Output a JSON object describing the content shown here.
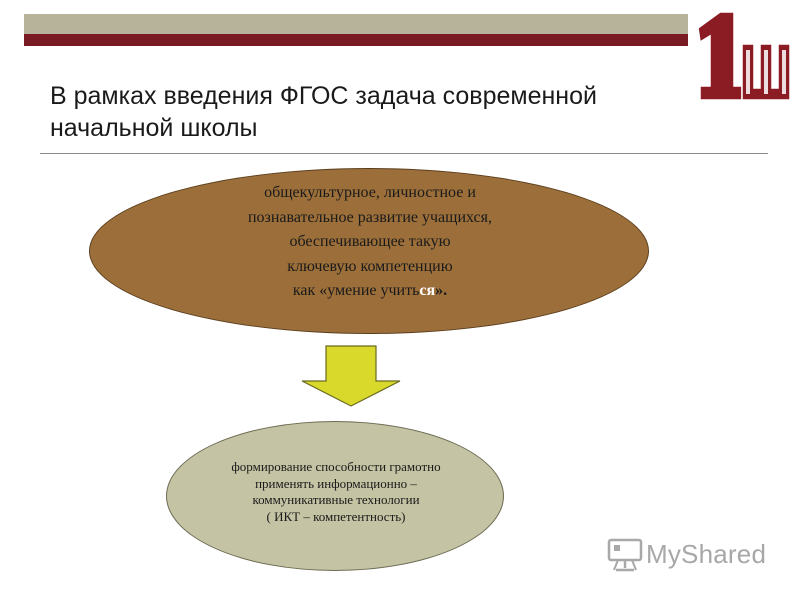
{
  "slide": {
    "title_line1": "В рамках введения ФГОС  задача современной",
    "title_line2": "начальной школы",
    "logo_text": "1Ш"
  },
  "top_ellipse": {
    "lines": [
      "общекультурное, личностное и",
      "познавательное развитие учащихся,",
      "обеспечивающее такую",
      "ключевую компетенцию"
    ],
    "last_line_prefix": "как «умение учить",
    "last_line_highlight": "ся",
    "last_line_suffix": "»."
  },
  "bottom_ellipse": {
    "lines": [
      "формирование способности грамотно",
      "применять информационно –",
      "коммуникативные технологии",
      "( ИКТ – компетентность)"
    ]
  },
  "watermark": {
    "text": "MyShared"
  },
  "colors": {
    "header_bar_light": "#b7b39b",
    "header_bar_dark": "#7a1a22",
    "top_ellipse_fill": "#9c6f3a",
    "bottom_ellipse_fill": "#c4c3a3",
    "arrow_fill": "#d9d92b",
    "logo_color": "#8b1c24"
  }
}
